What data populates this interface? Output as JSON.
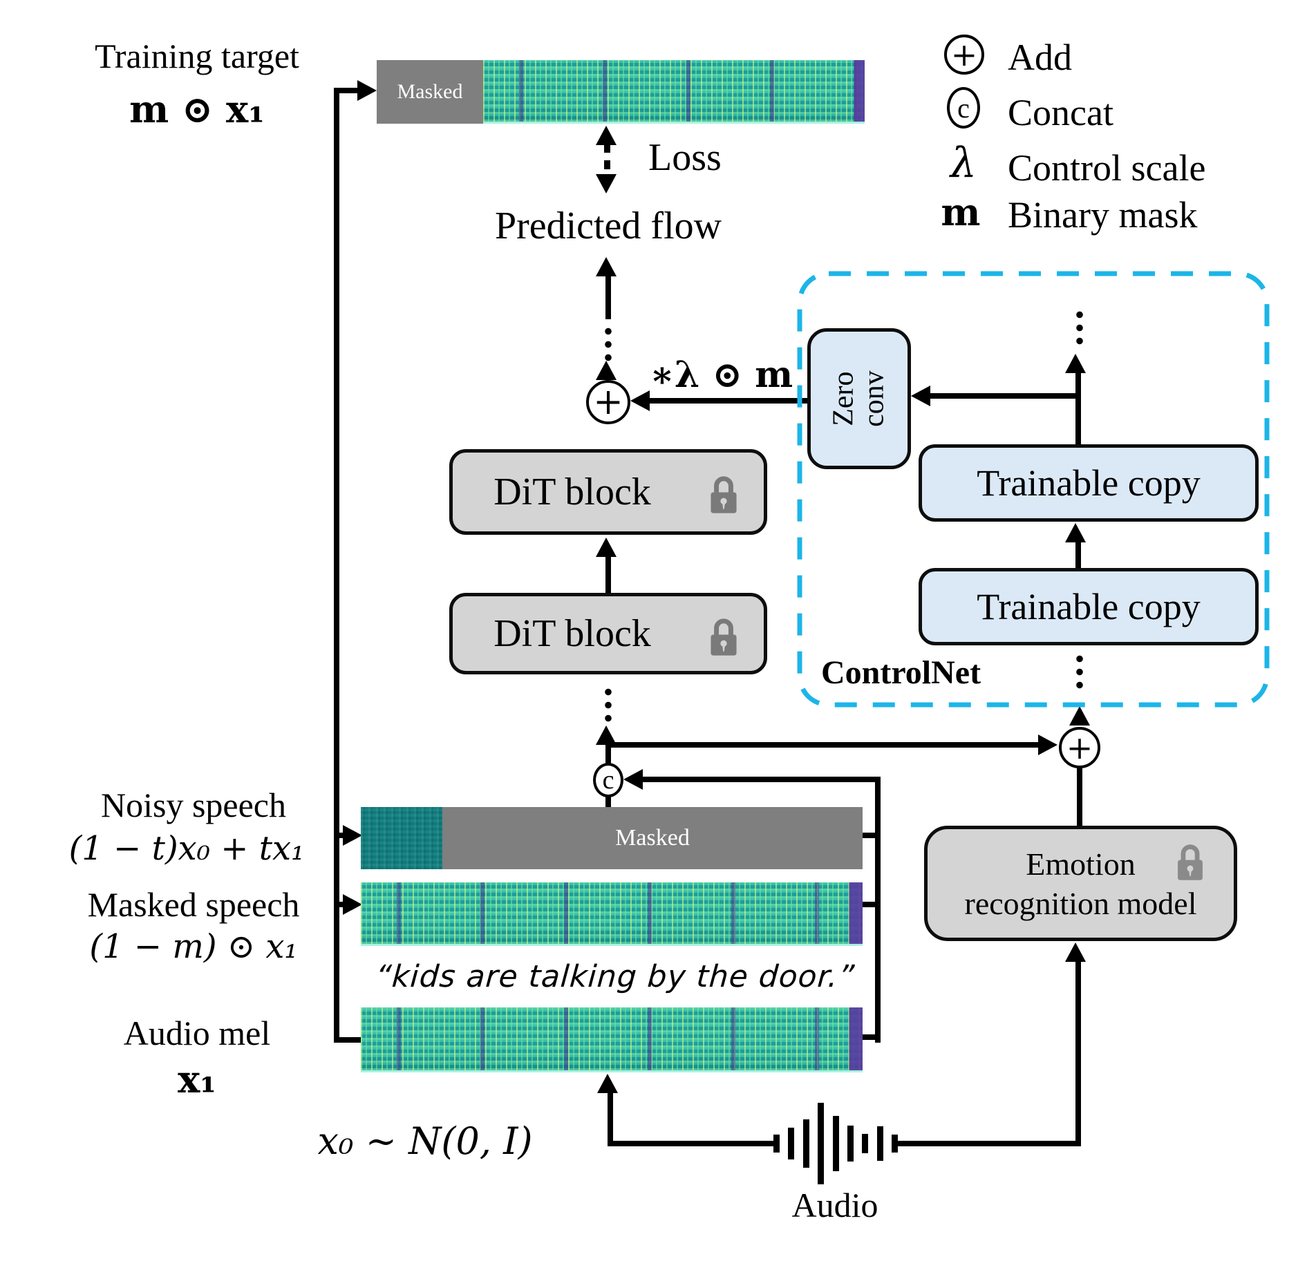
{
  "figure": {
    "labels": {
      "training_target": "Training target",
      "training_target_math": "m ⊙ x₁",
      "masked_top": "Masked",
      "loss": "Loss",
      "predicted_flow": "Predicted flow",
      "lambda_math": "∗λ ⊙ m",
      "dit_block": "DiT block",
      "zero_conv_line1": "Zero",
      "zero_conv_line2": "conv",
      "trainable_copy": "Trainable copy",
      "controlnet": "ControlNet",
      "noisy_speech": "Noisy speech",
      "noisy_speech_math": "(1 − t)x₀ + tx₁",
      "masked_noisy": "Masked",
      "masked_speech": "Masked speech",
      "masked_speech_math": "(1 − m) ⊙ x₁",
      "transcript": "“kids are talking by the door.”",
      "audio_mel": "Audio mel",
      "audio_mel_math": "x₁",
      "x0_math": "x₀ ∼ N(0, I)",
      "emotion_line1": "Emotion",
      "emotion_line2": "recognition model",
      "audio": "Audio"
    },
    "nodes": {
      "add": "+",
      "concat": "c"
    },
    "legend": {
      "items": [
        {
          "symbol": "+",
          "label": "Add"
        },
        {
          "symbol": "c",
          "label": "Concat"
        },
        {
          "symbol": "λ",
          "label": "Control scale"
        },
        {
          "symbol": "m",
          "label": "Binary mask"
        }
      ]
    },
    "colors": {
      "controlnet_dash": "#1cb5e8",
      "frozen_box_fill": "#d4d4d4",
      "trainable_box_fill": "#dbe9f7",
      "masked_fill": "#7f7f7f",
      "line": "#000000",
      "lock": "#7a7a7a"
    }
  }
}
